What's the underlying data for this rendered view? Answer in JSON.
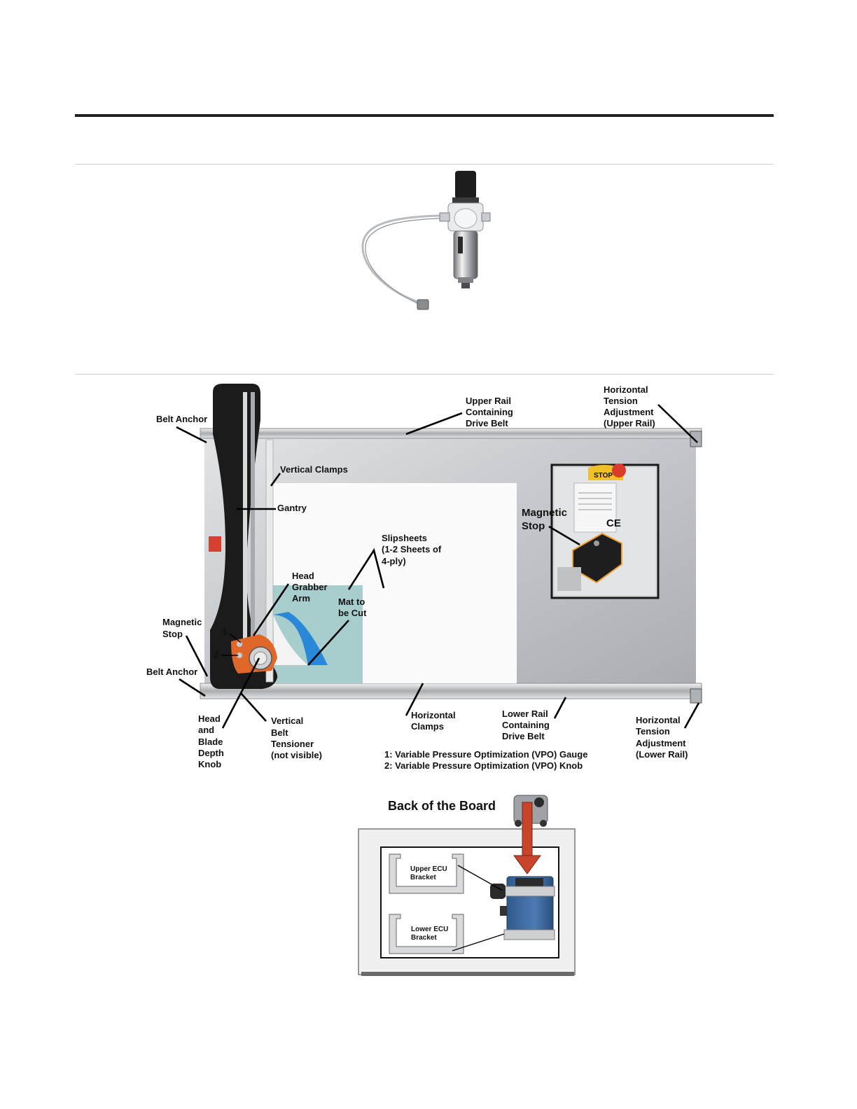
{
  "figure1": {
    "alt_icon": "air-filter-regulator-image"
  },
  "figure2": {
    "labels": {
      "belt_anchor_top": "Belt Anchor",
      "upper_rail": [
        "Upper Rail",
        "Containing",
        "Drive Belt"
      ],
      "htension_upper": [
        "Horizontal",
        "Tension",
        "Adjustment",
        "(Upper Rail)"
      ],
      "vertical_clamps": "Vertical Clamps",
      "gantry": "Gantry",
      "magnetic_stop_inset": [
        "Magnetic",
        "Stop"
      ],
      "slipsheets": [
        "Slipsheets",
        "(1-2 Sheets of",
        "4-ply)"
      ],
      "head_grabber": [
        "Head",
        "Grabber",
        "Arm"
      ],
      "mat_to_cut": [
        "Mat to",
        "be Cut"
      ],
      "magnetic_stop_left": [
        "Magnetic",
        "Stop"
      ],
      "belt_anchor_bottom": "Belt Anchor",
      "num1": "1",
      "num2": "2",
      "head_blade": [
        "Head",
        "and",
        "Blade",
        "Depth",
        "Knob"
      ],
      "vertical_belt": [
        "Vertical",
        "Belt",
        "Tensioner",
        "(not visible)"
      ],
      "horizontal_clamps": [
        "Horizontal",
        "Clamps"
      ],
      "lower_rail": [
        "Lower Rail",
        "Containing",
        "Drive Belt"
      ],
      "htension_lower": [
        "Horizontal",
        "Tension",
        "Adjustment",
        "(Lower Rail)"
      ],
      "legend1": "1: Variable Pressure Optimization (VPO) Gauge",
      "legend2": "2: Variable Pressure Optimization (VPO) Knob",
      "inset_stop": "STOP",
      "inset_ce": "CE"
    }
  },
  "figure3": {
    "title": "Back of the Board",
    "upper_ecu": [
      "Upper ECU",
      "Bracket"
    ],
    "lower_ecu": [
      "Lower ECU",
      "Bracket"
    ]
  },
  "colors": {
    "board_gray": "#c9ccd0",
    "gantry_black": "#1b1b1b",
    "knob_orange": "#e0672a",
    "mat_teal": "#a9cfcf",
    "arrow_red": "#c8452c",
    "ecu_blue": "#3b6aa0"
  }
}
